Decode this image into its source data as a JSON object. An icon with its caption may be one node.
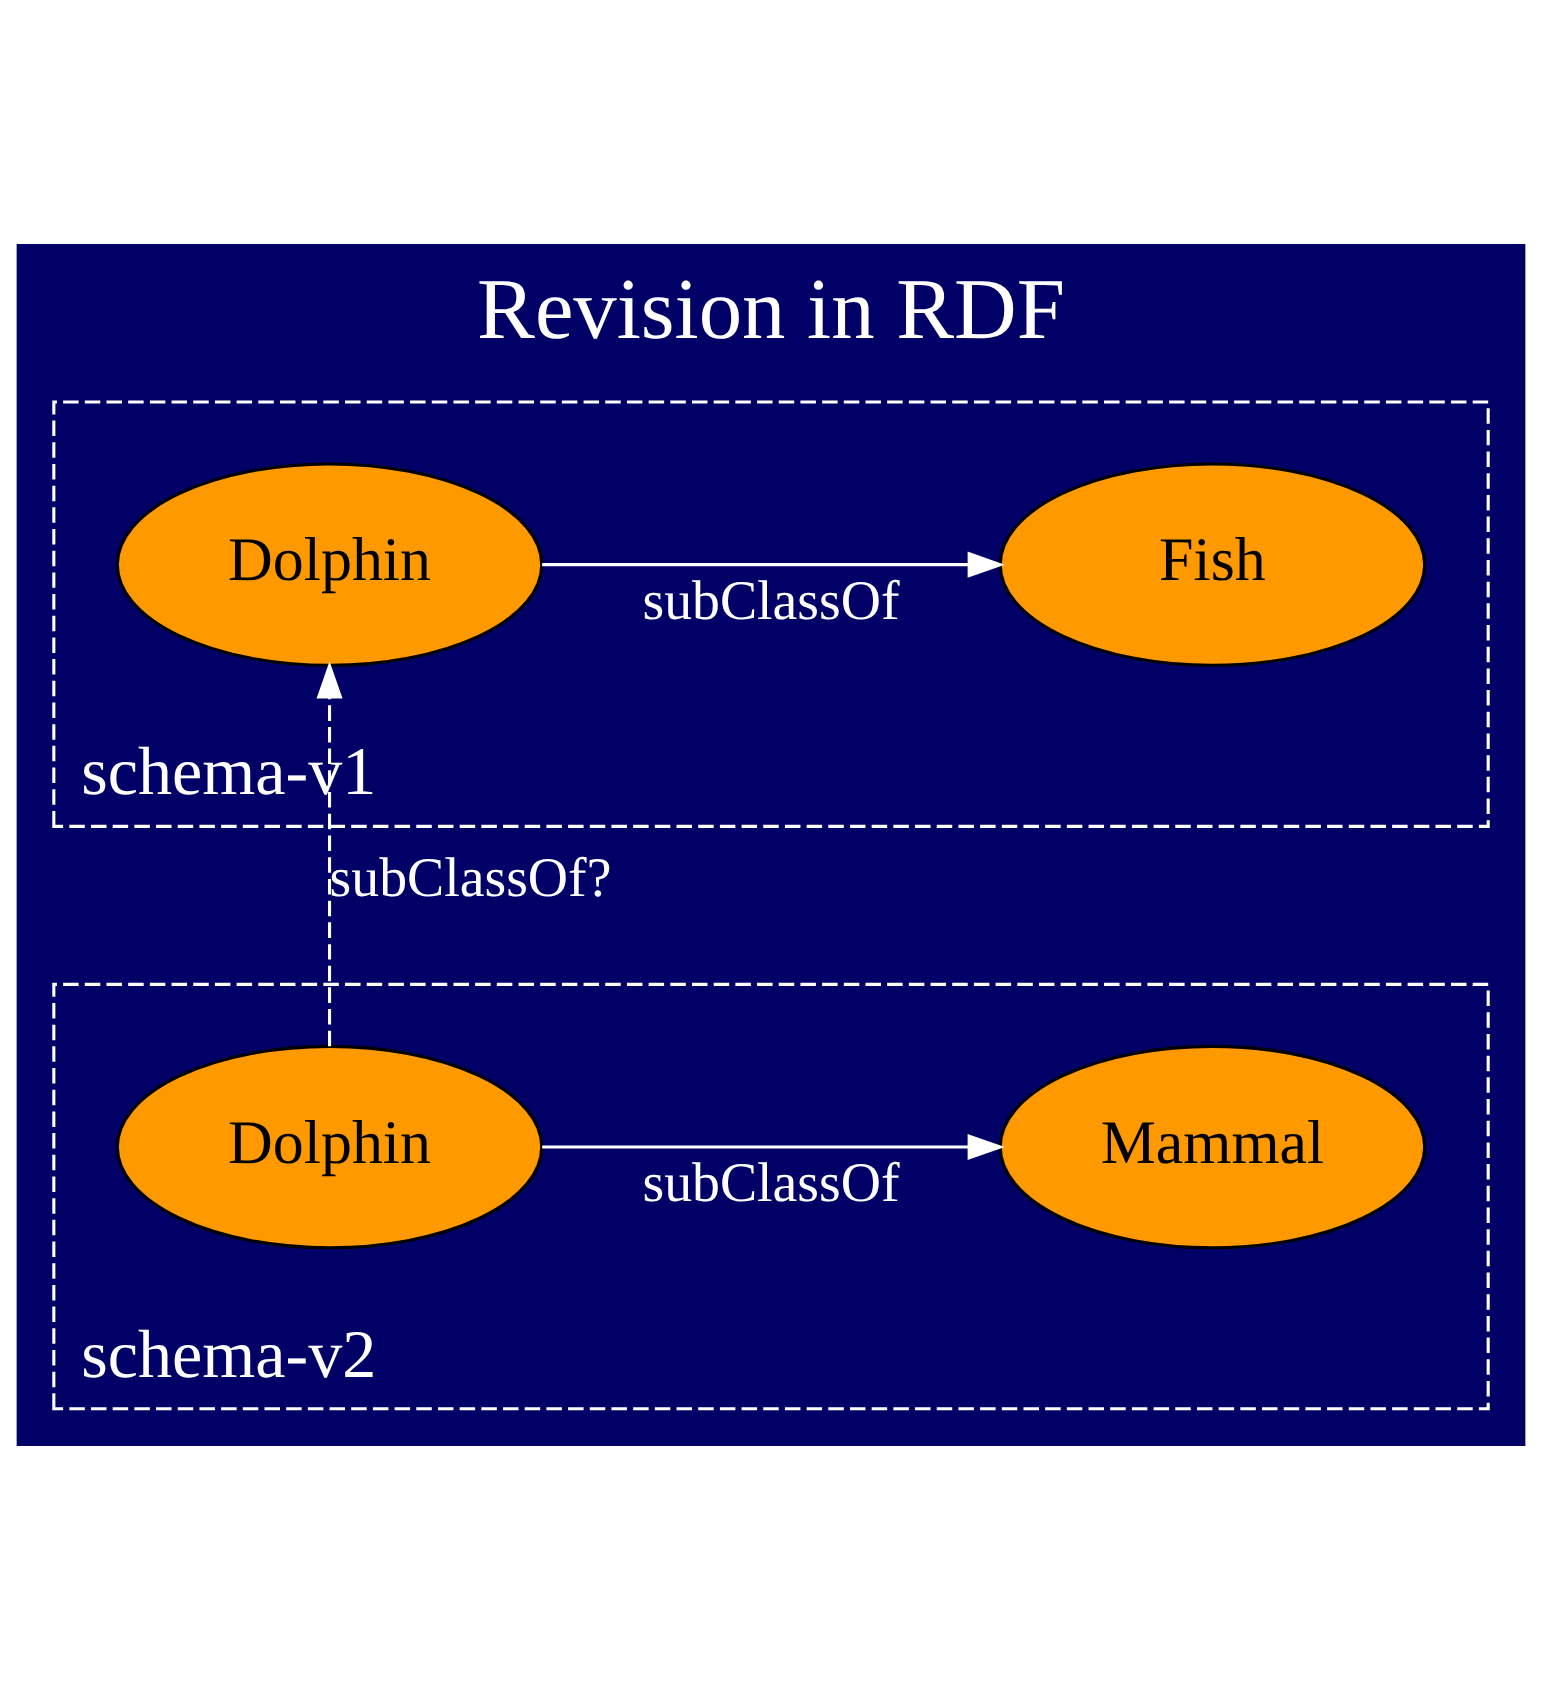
{
  "diagram": {
    "title": "Revision in RDF",
    "nodes": [
      {
        "text": [
          "schema-v1"
        ]
      },
      {
        "text": [
          "Fish"
        ],
        "in": 0
      },
      {
        "text": [
          "Dolphin"
        ],
        "in": 0
      },
      {
        "text": [
          "schema-v2"
        ]
      },
      {
        "text": [
          "Mammal"
        ],
        "in": 3
      },
      {
        "text": [
          "Dolphin"
        ],
        "in": 3
      }
    ],
    "edges": [
      {
        "from": 2,
        "to": 1,
        "arrow": "to",
        "label": "subClassOf"
      },
      {
        "from": 5,
        "to": 4,
        "arrow": "to",
        "label": "subClassOf"
      },
      {
        "from": 5,
        "to": 2,
        "arrow": "to",
        "label": "subClassOf?",
        "style": "dashed"
      }
    ]
  }
}
